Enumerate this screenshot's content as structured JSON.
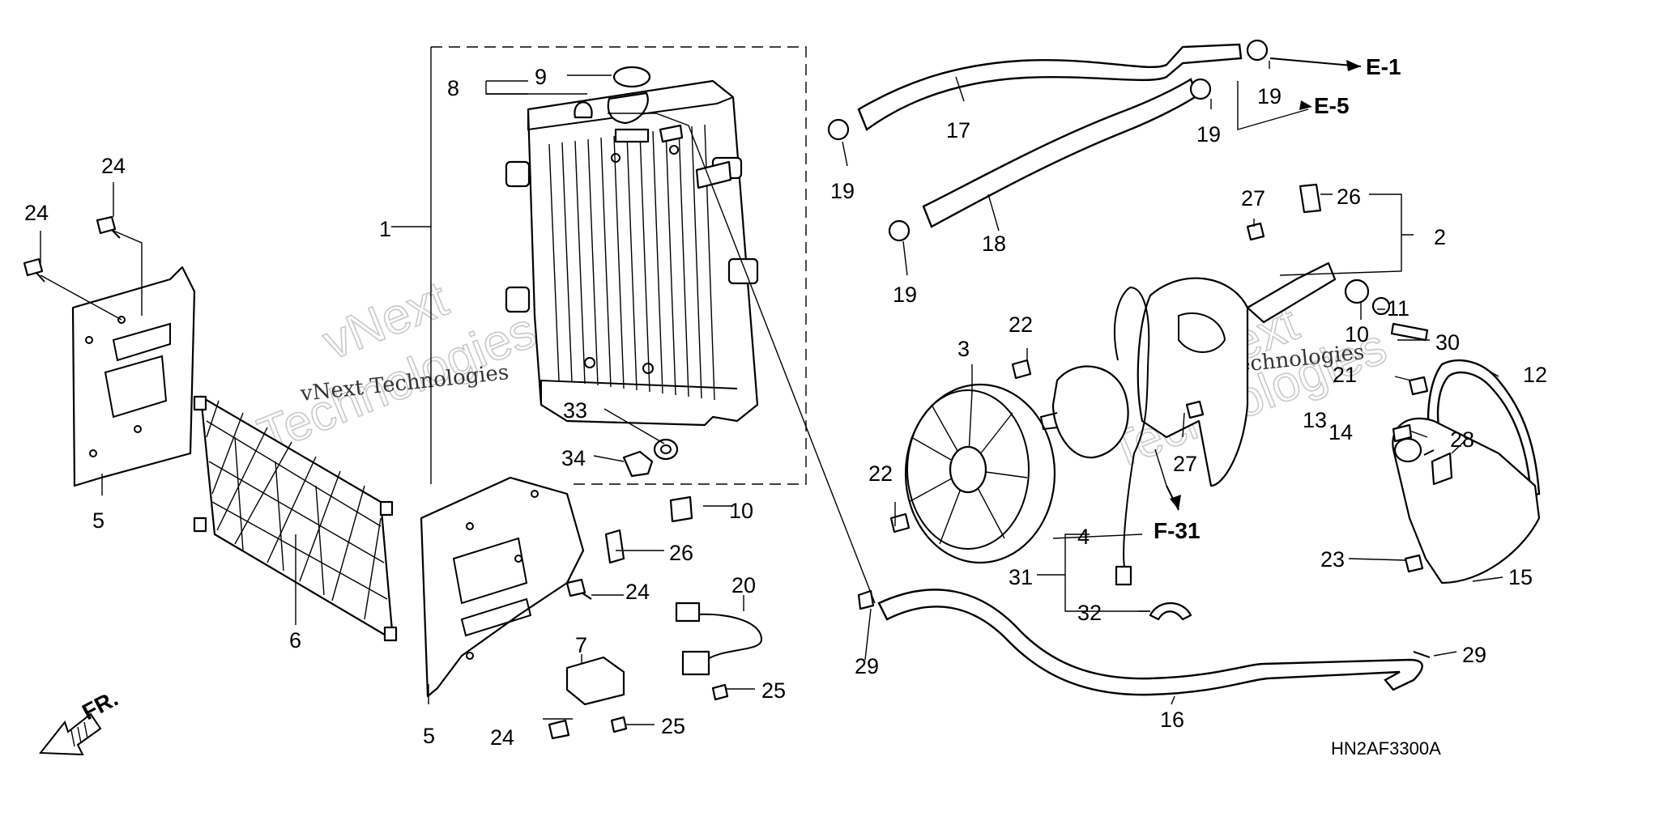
{
  "diagram": {
    "drawing_code": "HN2AF3300A",
    "front_arrow_label": "FR.",
    "watermark": {
      "brand_line1": "vNext",
      "brand_line2": "Technologies",
      "caption": "vNext Technologies"
    },
    "callouts": {
      "c1": "1",
      "c2": "2",
      "c3": "3",
      "c4": "4",
      "c5a": "5",
      "c5b": "5",
      "c6": "6",
      "c7": "7",
      "c8": "8",
      "c9": "9",
      "c10a": "10",
      "c10b": "10",
      "c11": "11",
      "c12": "12",
      "c13": "13",
      "c14": "14",
      "c15": "15",
      "c16": "16",
      "c17": "17",
      "c18": "18",
      "c19a": "19",
      "c19b": "19",
      "c19c": "19",
      "c19d": "19",
      "c20": "20",
      "c21": "21",
      "c22a": "22",
      "c22b": "22",
      "c23": "23",
      "c24a": "24",
      "c24b": "24",
      "c24c": "24",
      "c24d": "24",
      "c25a": "25",
      "c25b": "25",
      "c26a": "26",
      "c26b": "26",
      "c27a": "27",
      "c27b": "27",
      "c28": "28",
      "c29a": "29",
      "c29b": "29",
      "c30": "30",
      "c31": "31",
      "c32": "32",
      "c33": "33",
      "c34": "34"
    },
    "references": {
      "e1": "E-1",
      "e5": "E-5",
      "f31": "F-31"
    }
  }
}
